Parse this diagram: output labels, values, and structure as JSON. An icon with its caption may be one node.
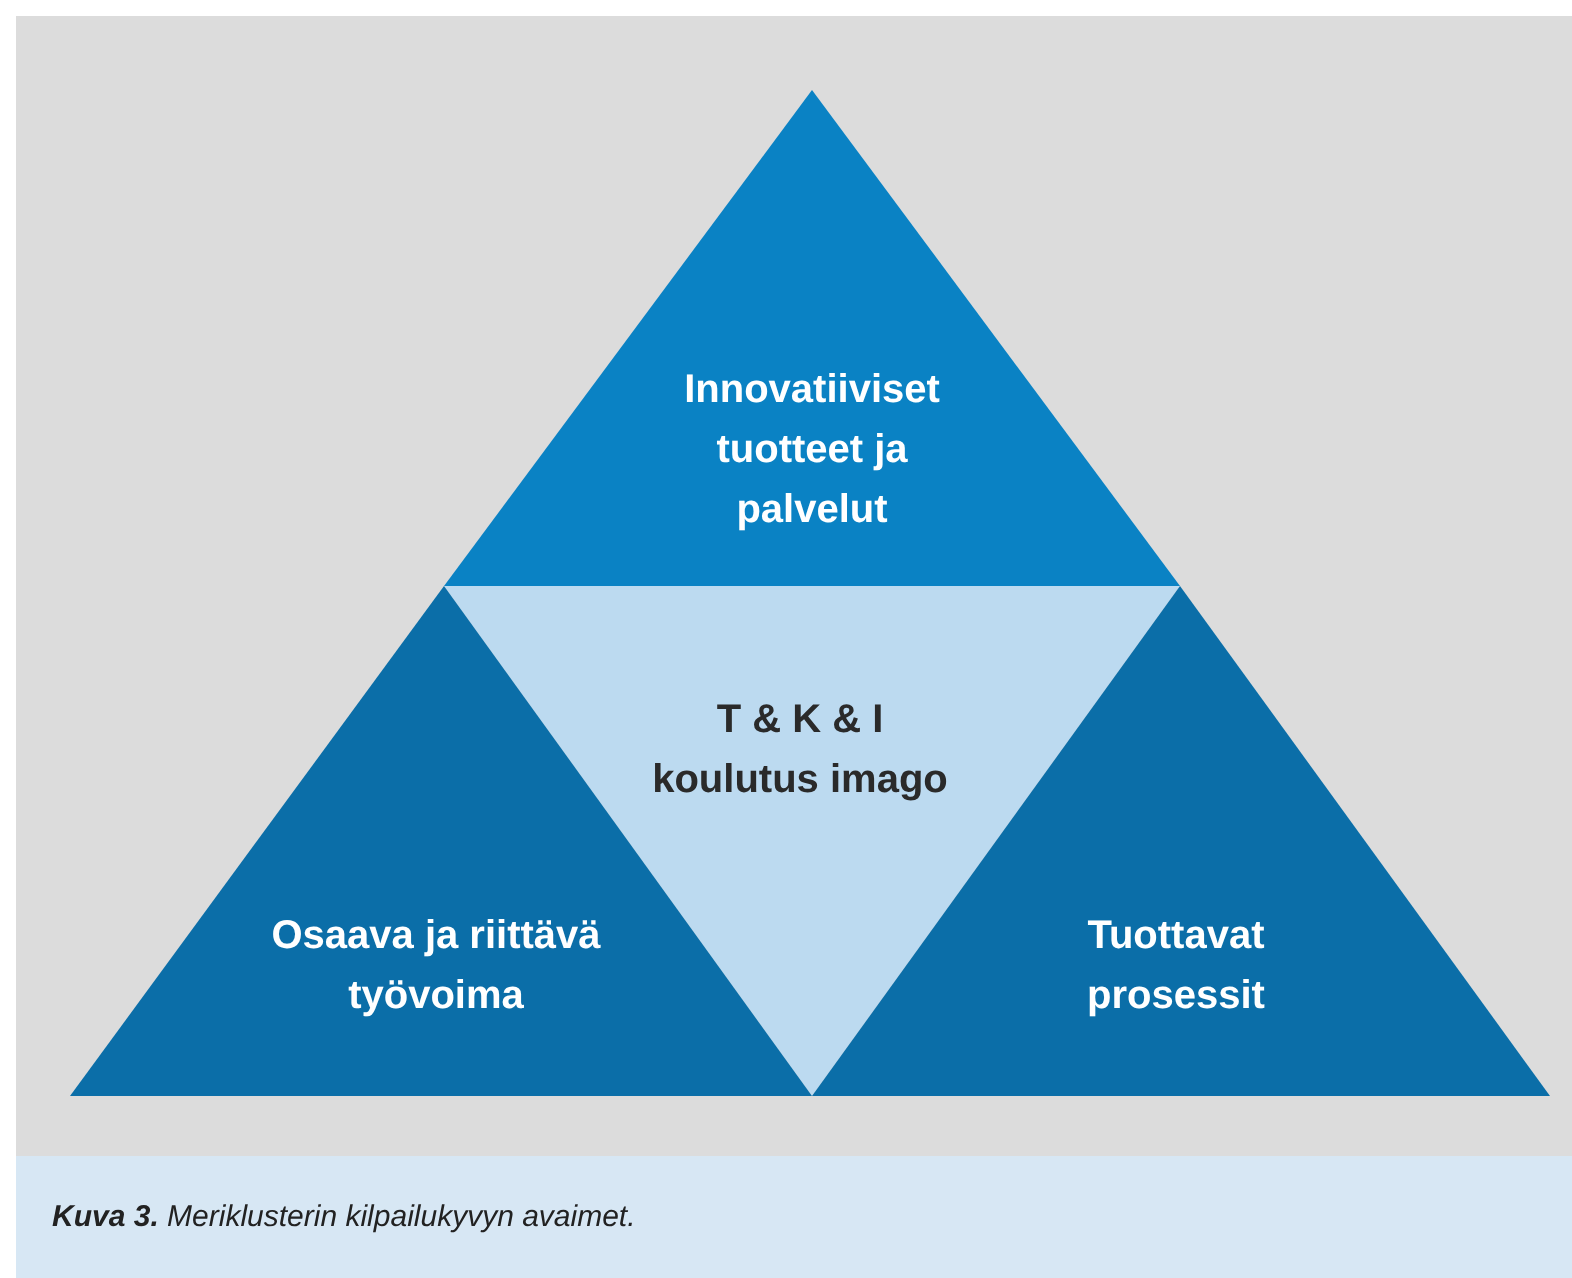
{
  "diagram": {
    "caption": "**Kuva 3.** Meriklusterin kilpailukyvyn avaimet.",
    "nodes": [
      {
        "text": [
          "Innovatiiviset tuotteet ja palvelut"
        ]
      },
      {
        "text": [
          "T & K & I koulutus imago"
        ]
      },
      {
        "text": [
          "Osaava ja riittävä työvoima"
        ]
      },
      {
        "text": [
          "Tuottavat prosessit"
        ]
      }
    ]
  }
}
